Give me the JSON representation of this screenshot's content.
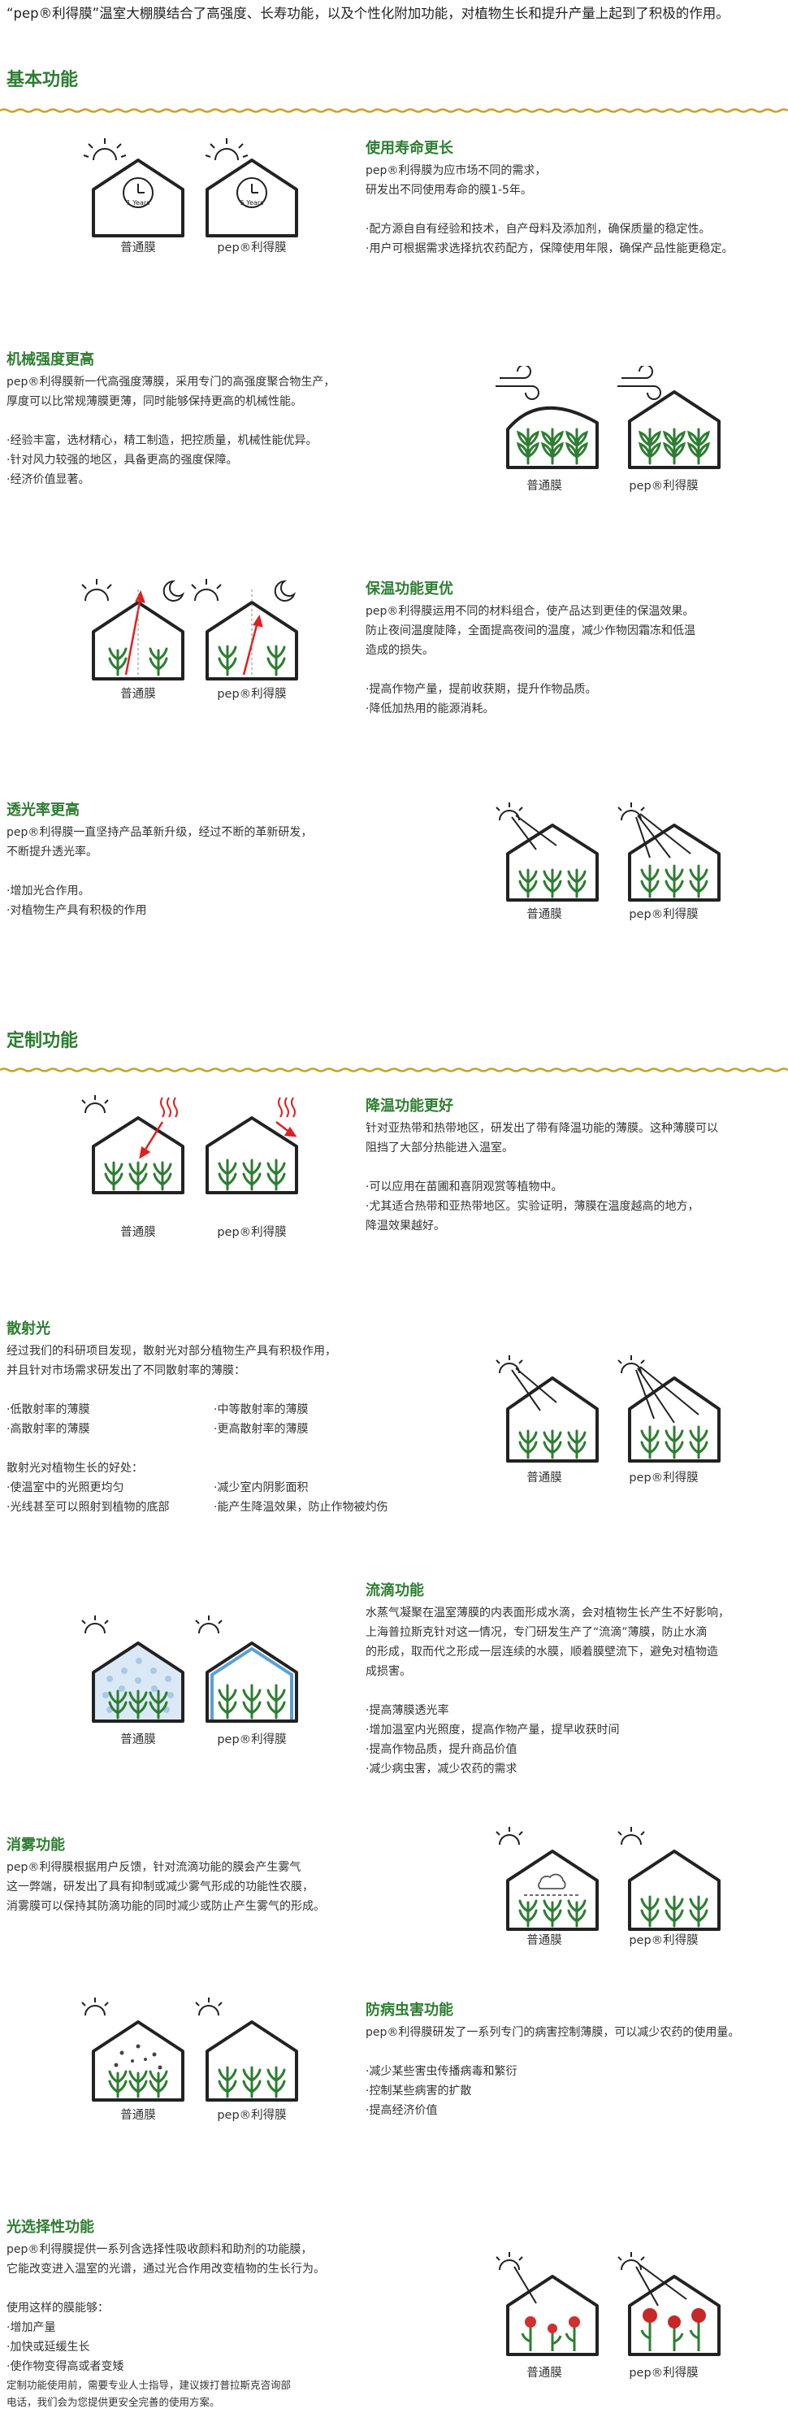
{
  "intro": "“pep®利得膜”温室大棚膜结合了高强度、长寿功能，以及个性化附加功能，对植物生长和提升产量上起到了积极的作用。",
  "sections": {
    "basic": "基本功能",
    "custom": "定制功能"
  },
  "captions": {
    "normal": "普通膜",
    "pep": "pep®利得膜"
  },
  "colors": {
    "title_green": "#2e7d32",
    "leaf_green": "#2e7d32",
    "divider_gold": "#c9a227",
    "arrow_red": "#e02020"
  },
  "features": {
    "lifespan": {
      "title": "使用寿命更长",
      "desc": [
        "pep®利得膜为应市场不同的需求，",
        "研发出不同使用寿命的膜1-5年。"
      ],
      "bullets": [
        "·配方源自自有经验和技术，自产母料及添加剂，确保质量的稳定性。",
        "·用户可根据需求选择抗农药配方，保障使用年限，确保产品性能更稳定。"
      ],
      "clock_normal": "1 Years",
      "clock_pep": "5 Years"
    },
    "strength": {
      "title": "机械强度更高",
      "desc": [
        "pep®利得膜新一代高强度薄膜，采用专门的高强度聚合物生产，",
        "厚度可以比常规薄膜更薄，同时能够保持更高的机械性能。"
      ],
      "bullets": [
        "·经验丰富，选材精心，精工制造，把控质量，机械性能优异。",
        "·针对风力较强的地区，具备更高的强度保障。",
        "·经济价值显著。"
      ]
    },
    "insulation": {
      "title": "保温功能更优",
      "desc": [
        "pep®利得膜运用不同的材料组合，使产品达到更佳的保温效果。",
        "防止夜间温度陡降，全面提高夜间的温度，减少作物因霜冻和低温",
        "造成的损失。"
      ],
      "bullets": [
        "·提高作物产量，提前收获期，提升作物品质。",
        "·降低加热用的能源消耗。"
      ]
    },
    "transmittance": {
      "title": "透光率更高",
      "desc": [
        "pep®利得膜一直坚持产品革新升级，经过不断的革新研发，",
        "不断提升透光率。"
      ],
      "bullets": [
        "·增加光合作用。",
        "·对植物生产具有积极的作用"
      ]
    },
    "cooling": {
      "title": "降温功能更好",
      "desc": [
        "针对亚热带和热带地区，研发出了带有降温功能的薄膜。这种薄膜可以",
        "阻挡了大部分热能进入温室。"
      ],
      "bullets": [
        "·可以应用在苗圃和喜阴观赏等植物中。",
        "·尤其适合热带和亚热带地区。实验证明，薄膜在温度越高的地方，",
        "降温效果越好。"
      ]
    },
    "diffuse": {
      "title": "散射光",
      "desc": [
        "经过我们的科研项目发现，散射光对部分植物生产具有积极作用，",
        "并且针对市场需求研发出了不同散射率的薄膜："
      ],
      "types_left": [
        "·低散射率的薄膜",
        "·高散射率的薄膜"
      ],
      "types_right": [
        "·中等散射率的薄膜",
        "·更高散射率的薄膜"
      ],
      "benefits_head": "散射光对植物生长的好处：",
      "benefits_left": [
        "·使温室中的光照更均匀",
        "·光线甚至可以照射到植物的底部"
      ],
      "benefits_right": [
        "·减少室内阴影面积",
        "·能产生降温效果，防止作物被灼伤"
      ]
    },
    "antidrip": {
      "title": "流滴功能",
      "desc": [
        "水蒸气凝聚在温室薄膜的内表面形成水滴，会对植物生长产生不好影响，",
        "上海普拉斯克针对这一情况，专门研发生产了“流滴”薄膜，防止水滴",
        "的形成，取而代之形成一层连续的水膜，顺着膜壁流下，避免对植物造",
        "成损害。"
      ],
      "bullets": [
        "·提高薄膜透光率",
        "·增加温室内光照度，提高作物产量，提早收获时间",
        "·提高作物品质，提升商品价值",
        "·减少病虫害，减少农药的需求"
      ]
    },
    "antifog": {
      "title": "消雾功能",
      "desc": [
        "pep®利得膜根据用户反馈，针对流滴功能的膜会产生雾气",
        "这一弊端，研发出了具有抑制或减少雾气形成的功能性农膜，",
        "消雾膜可以保持其防滴功能的同时减少或防止产生雾气的形成。"
      ]
    },
    "pest": {
      "title": "防病虫害功能",
      "desc": [
        "pep®利得膜研发了一系列专门的病害控制薄膜，可以减少农药的使用量。"
      ],
      "bullets": [
        "·减少某些害虫传播病毒和繁衍",
        "·控制某些病害的扩散",
        "·提高经济价值"
      ]
    },
    "selective": {
      "title": "光选择性功能",
      "desc": [
        "pep®利得膜提供一系列含选择性吸收颜料和助剂的功能膜，",
        "它能改变进入温室的光谱，通过光合作用改变植物的生长行为。"
      ],
      "uses_head": "使用这样的膜能够：",
      "uses": [
        "·增加产量",
        "·加快或延缓生长",
        "·使作物变得高或者变矮"
      ],
      "note": [
        "定制功能使用前，需要专业人士指导，建议拨打普拉斯克咨询部",
        "电话，我们会为您提供更安全完善的使用方案。"
      ]
    }
  }
}
